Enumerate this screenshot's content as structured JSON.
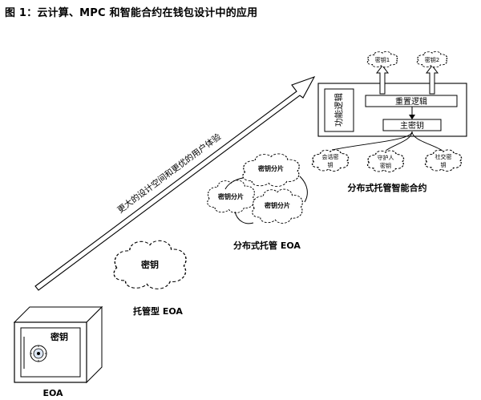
{
  "title": "图 1：云计算、MPC 和智能合约在钱包设计中的应用",
  "arrow": {
    "label": "更大的设计空间和更优的用户体验"
  },
  "eoa": {
    "key_label": "密钥",
    "caption": "EOA"
  },
  "custodial": {
    "key_label": "密钥",
    "caption": "托管型 EOA"
  },
  "distributed": {
    "shards": [
      "密钥分片",
      "密钥分片",
      "密钥分片"
    ],
    "caption": "分布式托管 EOA"
  },
  "contract": {
    "function_box": "功能逻辑",
    "reset_logic": "重置逻辑",
    "master_key": "主密钥",
    "key1": "密钥1",
    "key2": "密钥2",
    "session_key": [
      "会话密",
      "钥"
    ],
    "guardian_key": [
      "守护人",
      "密钥"
    ],
    "social_key": [
      "社交密",
      "钥"
    ],
    "caption": "分布式托管智能合约"
  },
  "icons": [
    "safe-icon",
    "dial-icon",
    "cloud-icon",
    "arrow-icon"
  ]
}
